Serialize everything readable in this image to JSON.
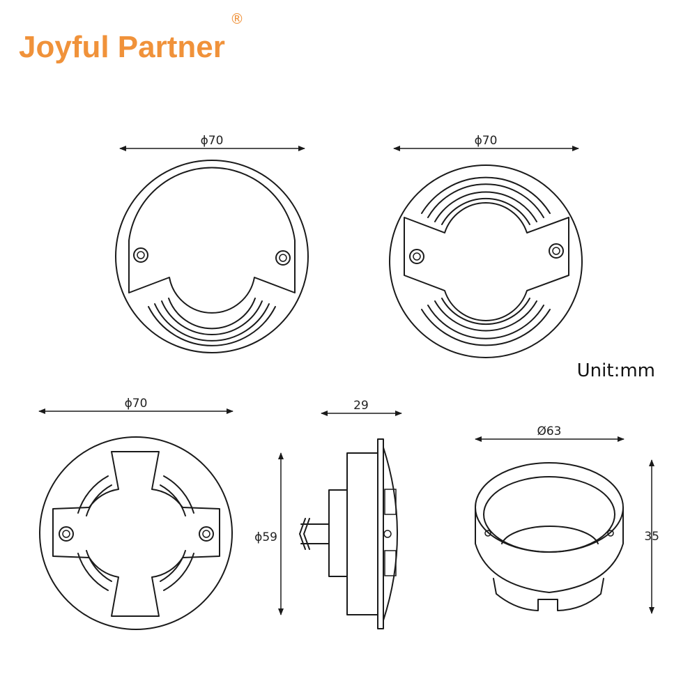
{
  "brand": {
    "name": "Joyful Partner",
    "registered_mark": "®",
    "color": "#F0923A"
  },
  "unit_label": "Unit:mm",
  "views": {
    "top_left": {
      "diameter_label": "ϕ70"
    },
    "top_right": {
      "diameter_label": "ϕ70"
    },
    "bottom_left": {
      "diameter_label": "ϕ70"
    },
    "side": {
      "depth_label": "29",
      "height_label": "ϕ59"
    },
    "sleeve": {
      "diameter_label": "Ø63",
      "height_label": "35"
    }
  },
  "line_color": "#1a1a1a"
}
